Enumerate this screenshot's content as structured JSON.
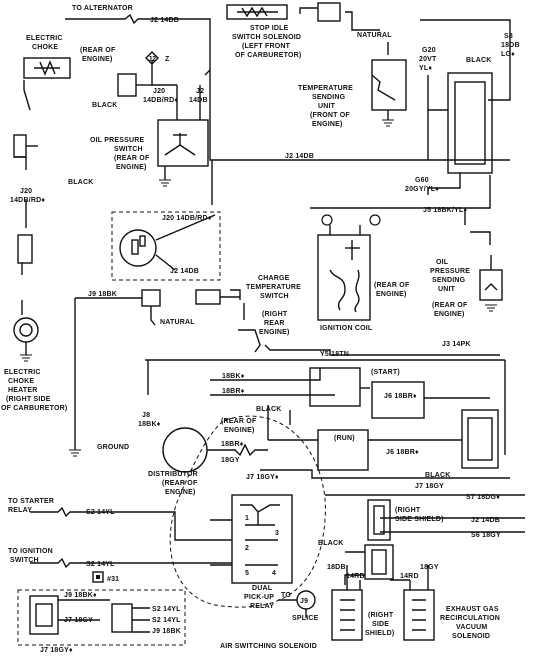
{
  "labels": {
    "to_alternator": "TO ALTERNATOR",
    "j2_14db_top": "J2 14DB",
    "stop_idle_1": "STOP IDLE",
    "stop_idle_2": "SWITCH SOLENOID",
    "stop_idle_3": "(LEFT FRONT",
    "stop_idle_4": "OF CARBURETOR)",
    "natural_top": "NATURAL",
    "s8": "S8",
    "s8_wire": "18DB",
    "s8_color": "LG♦",
    "black_top_right": "BLACK",
    "g20": "G20",
    "g20_wire": "20VT",
    "g20_color": "YL♦",
    "echoke_1": "ELECTRIC",
    "echoke_2": "CHOKE",
    "rear_engine_1a": "(REAR OF",
    "rear_engine_1b": "ENGINE)",
    "j2_box": "J2",
    "j2_z": "Z",
    "black_1": "BLACK",
    "j20_a": "J20",
    "j20_b": "14DB/RD♦",
    "j2_c": "J2",
    "j2_d": "14DB",
    "temp_send_1": "TEMPERATURE",
    "temp_send_2": "SENDING",
    "temp_send_3": "UNIT",
    "temp_send_4": "(FRONT OF",
    "temp_send_5": "ENGINE)",
    "oil_sw_1": "OIL PRESSURE",
    "oil_sw_2": "SWITCH",
    "oil_sw_3": "(REAR OF",
    "oil_sw_4": "ENGINE)",
    "j2_14db_mid": "J2  14DB",
    "black_2": "BLACK",
    "j20_left_a": "J20",
    "j20_left_b": "14DB/RD♦",
    "g60_a": "G60",
    "g60_b": "20GY/YL♦",
    "j5": "J5  18BK/YL♦",
    "j20_box": "J20 14DB/RD♦",
    "j2_box_low": "J2  14DB",
    "oil_send_1": "OIL",
    "oil_send_2": "PRESSURE",
    "oil_send_3": "SENDING",
    "oil_send_4": "UNIT",
    "oil_send_5": "(REAR OF",
    "oil_send_6": "ENGINE)",
    "rear_engine_coil_1": "(REAR OF",
    "rear_engine_coil_2": "ENGINE)",
    "ign_coil": "IGNITION COIL",
    "charge_1": "CHARGE",
    "charge_2": "TEMPERATURE",
    "charge_3": "SWITCH",
    "charge_4": "(RIGHT",
    "charge_5": "REAR",
    "charge_6": "ENGINE)",
    "j9_18bk": "J9  18BK",
    "natural_mid": "NATURAL",
    "echoke_heater_1": "ELECTRIC",
    "echoke_heater_2": "CHOKE",
    "echoke_heater_3": "HEATER",
    "echoke_heater_4": "(RIGHT SIDE",
    "echoke_heater_5": "OF CARBURETOR)",
    "y5": "Y5  18TN",
    "j3": "J3  14PK",
    "start": "(START)",
    "bk18_1": "18BK♦",
    "br18_1": "18BR♦",
    "j8_a": "J8",
    "j8_b": "18BK♦",
    "black_3": "BLACK",
    "rear_engine_2a": "(REAR OF",
    "rear_engine_2b": "ENGINE)",
    "br18_2": "18BR♦",
    "gy18_1": "18GY",
    "j6_top": "J6  18BR♦",
    "run": "(RUN)",
    "j6_mid": "J6  18BR♦",
    "ground": "GROUND",
    "distributor_1": "DISTRIBUTOR",
    "distributor_2": "(REAR OF",
    "distributor_3": "ENGINE)",
    "black_4": "BLACK",
    "j7_right": "J7  18GY",
    "j7_mid": "J7  18GY♦",
    "s7": "S7  18DG♦",
    "to_starter_1": "TO STARTER",
    "to_starter_2": "RELAY",
    "s2_top": "S2  14YL",
    "j2_right": "J2  14DB",
    "s6": "S6  18GY",
    "right_shield_1": "(RIGHT",
    "right_shield_2": "SIDE SHIELD)",
    "black_5": "BLACK",
    "to_ignition_1": "TO IGNITION",
    "to_ignition_2": "SWITCH",
    "s2_bottom": "S2  14YL",
    "n31": "#31",
    "p1": "1",
    "p2": "2",
    "p3": "3",
    "p4": "4",
    "p5": "5",
    "dual_1": "DUAL",
    "dual_2": "PICK-UP",
    "dual_3": "RELAY",
    "w18db": "18DB",
    "w14rd_1": "14RD",
    "w14rd_2": "14RD",
    "w18gy": "18GY",
    "j9_bk": "J9  18BK♦",
    "j7_gy_a": "J7  18GY",
    "s2_yl_a": "S2  14YL",
    "s2_yl_b": "S2  14YL",
    "j9_bk_b": "J9  18BK",
    "j7_gy_b": "J7  18GY♦",
    "to_label": "TO",
    "j9_circle": "J9",
    "splice": "SPLICE",
    "right_side_1": "(RIGHT",
    "right_side_2": "SIDE",
    "right_side_3": "SHIELD)",
    "egr_1": "EXHAUST GAS",
    "egr_2": "RECIRCULATION",
    "egr_3": "VACUUM",
    "egr_4": "SOLENOID",
    "air_sw": "AIR SWITCHING SOLENOID"
  }
}
